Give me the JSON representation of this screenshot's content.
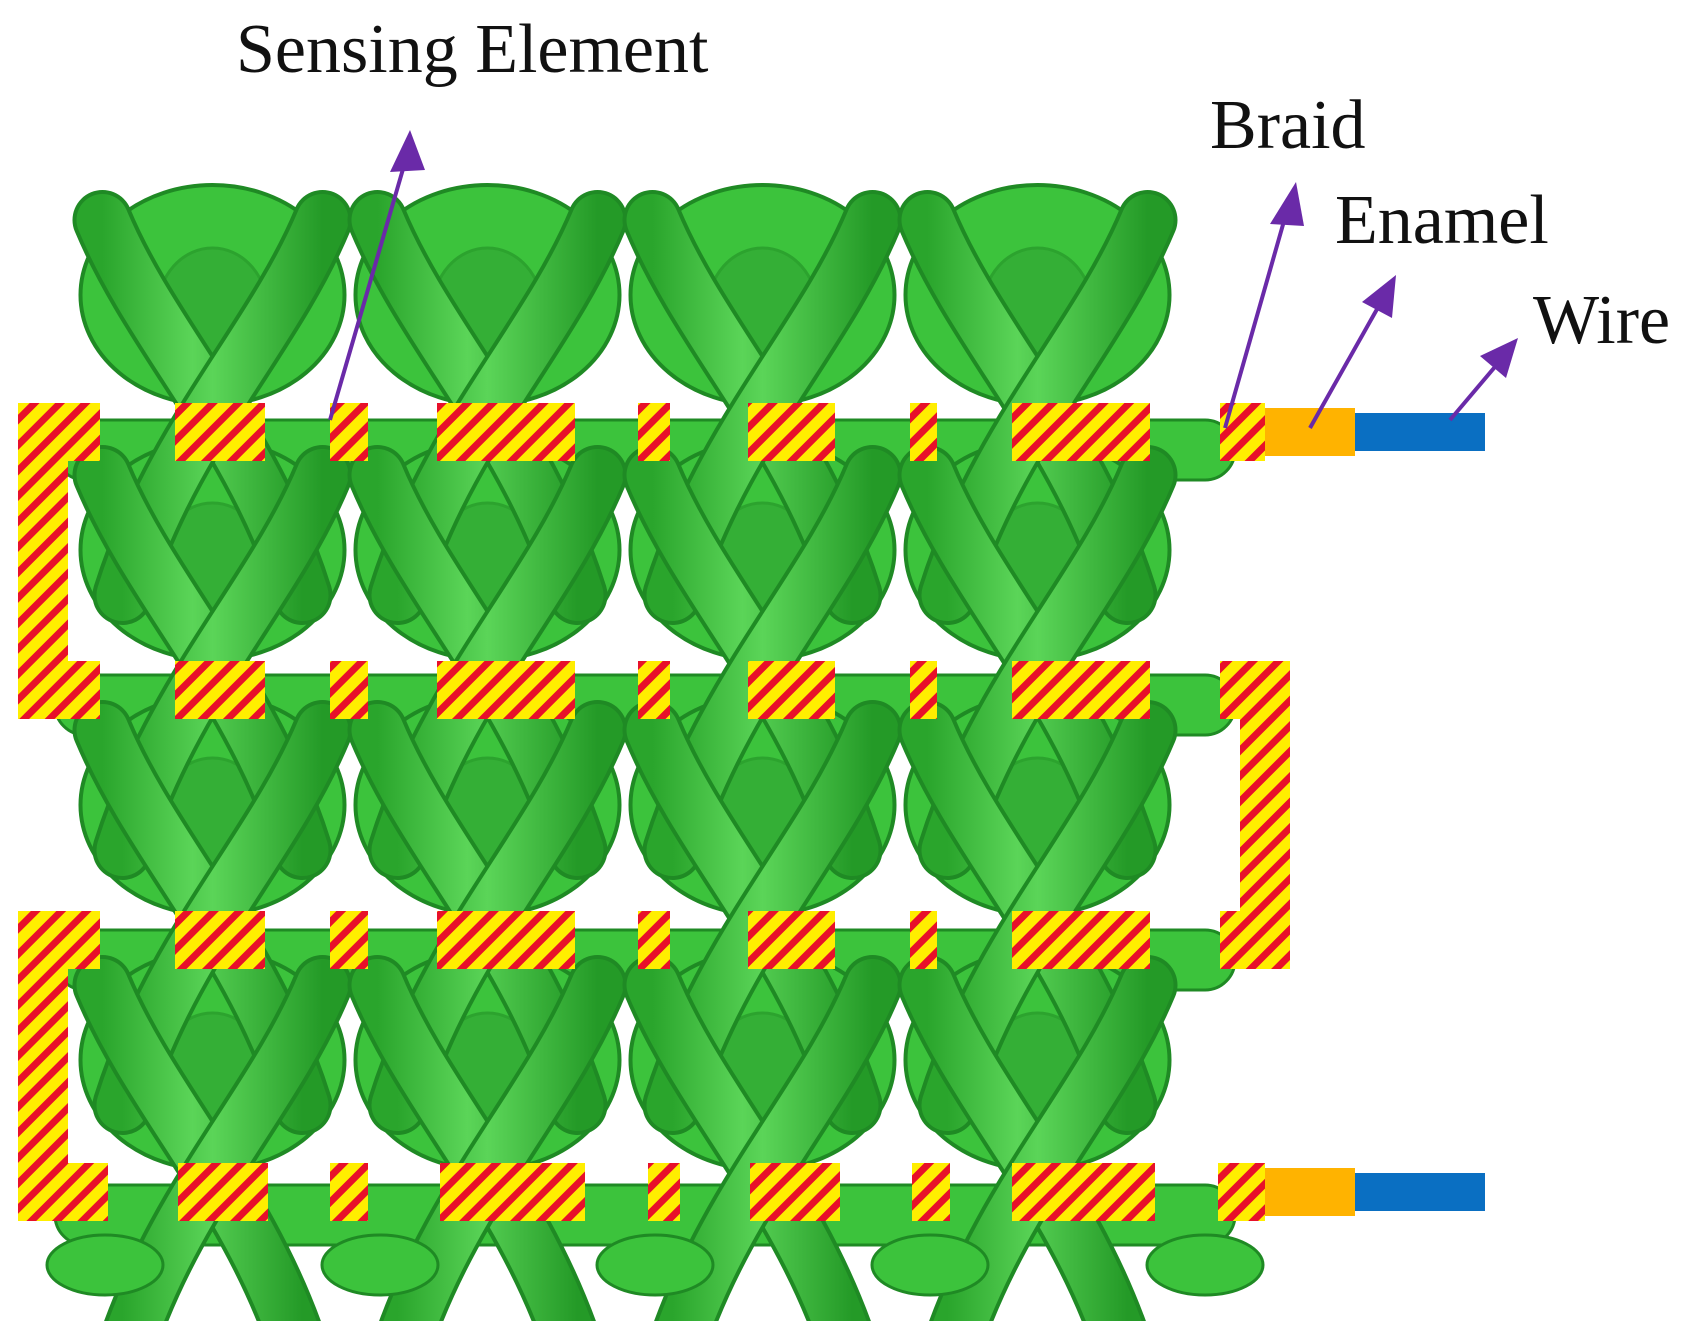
{
  "labels": {
    "sensing_element": "Sensing Element",
    "braid": "Braid",
    "enamel": "Enamel",
    "wire": "Wire"
  },
  "colors": {
    "fabric_fill": "#3cc33c",
    "fabric_stroke": "#1f8a24",
    "fabric_highlight": "#6ee06a",
    "braid_yellow": "#ffee00",
    "braid_red": "#e8102a",
    "enamel": "#ffb300",
    "wire": "#0a6fc2",
    "arrow": "#6a2aa8",
    "text": "#111111"
  },
  "structure": {
    "loop_columns": 4,
    "course_rows": 4,
    "conductor_passes": 4
  }
}
